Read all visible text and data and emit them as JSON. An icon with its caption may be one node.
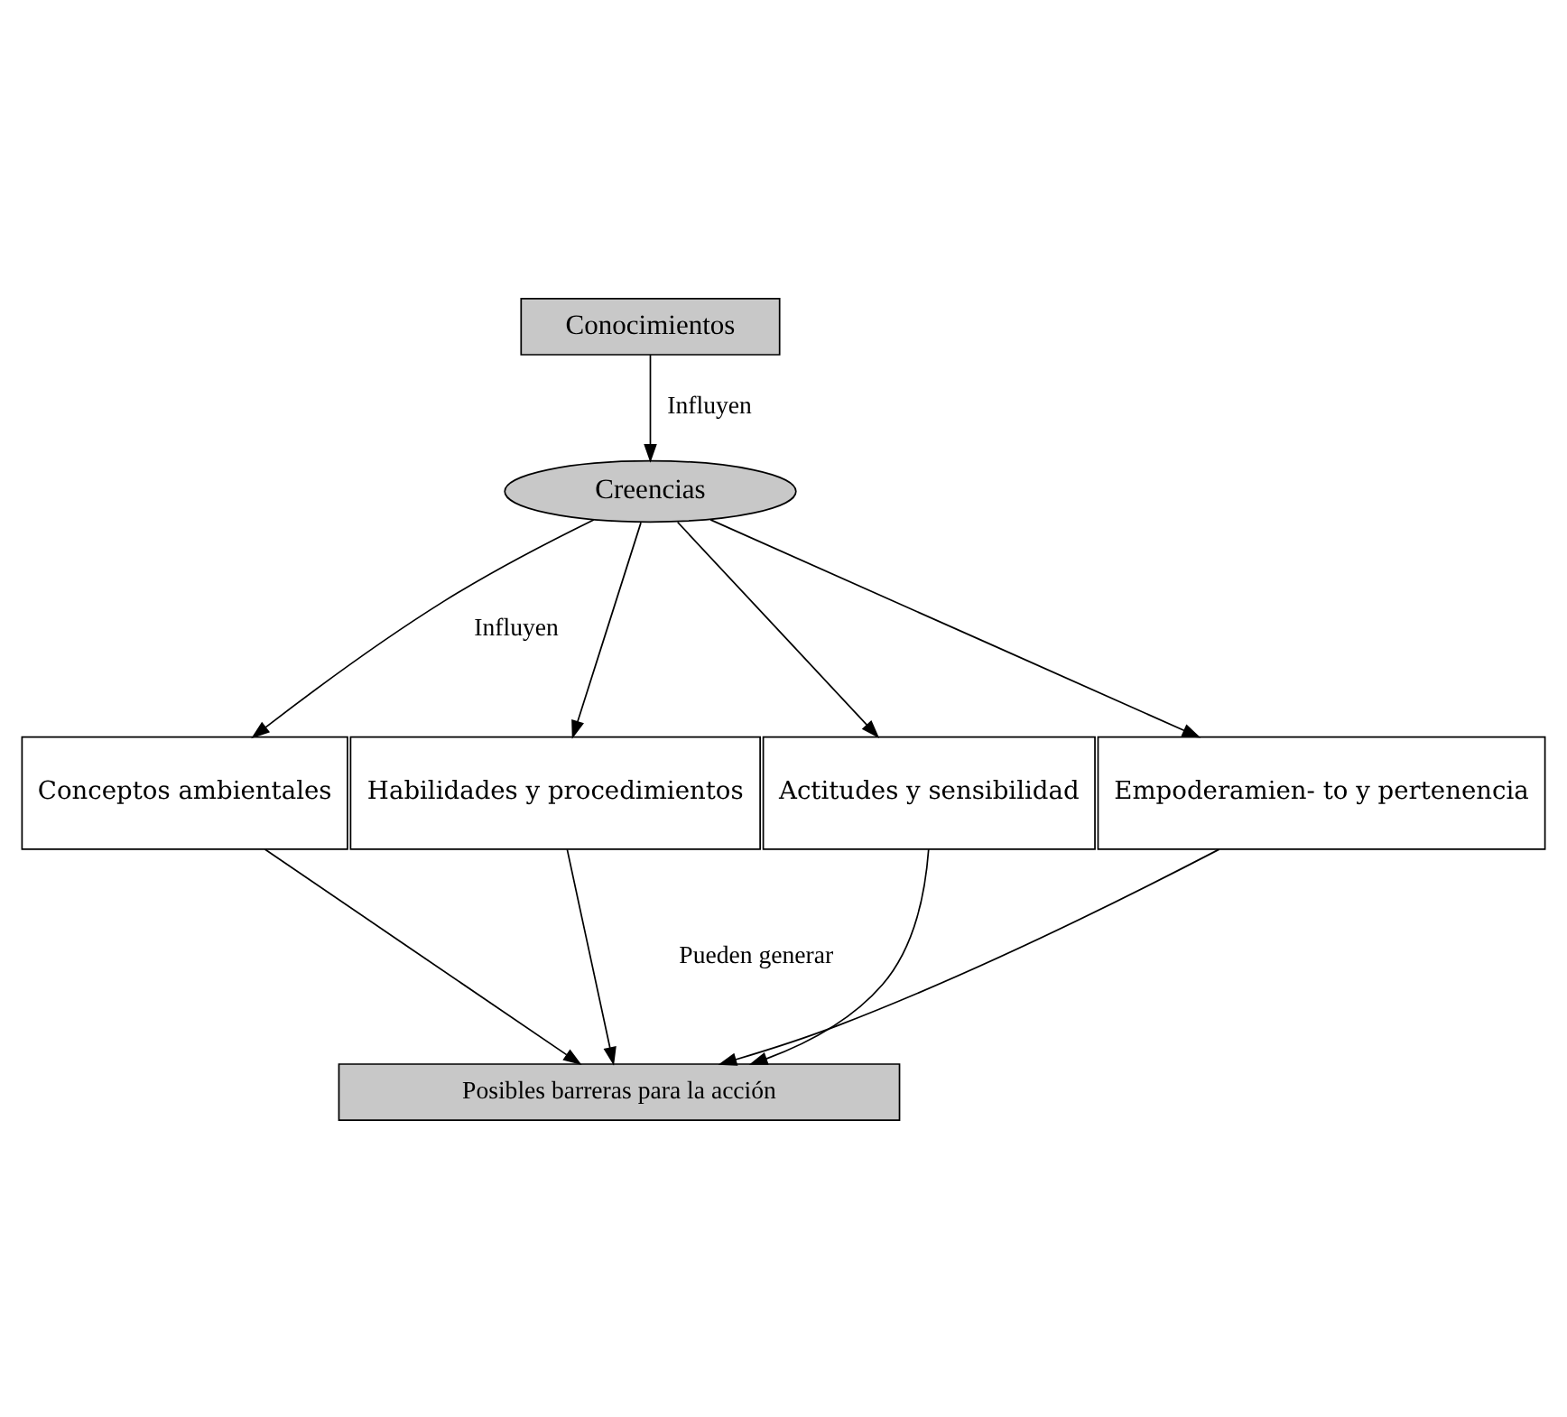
{
  "diagram": {
    "nodes": [
      {
        "text": [
          "Conocimientos"
        ]
      },
      {
        "text": [
          "Creencias"
        ]
      },
      {
        "text": [
          "Conceptos ambientales"
        ]
      },
      {
        "text": [
          "Habilidades y procedimientos"
        ]
      },
      {
        "text": [
          "Actitudes y sensibilidad"
        ]
      },
      {
        "text": [
          "Empoderamien- to y pertenencia"
        ]
      },
      {
        "text": [
          "Posibles barreras para la acción"
        ]
      }
    ],
    "edges": [
      {
        "from": 0,
        "to": 1,
        "arrow": "to",
        "label": "Influyen"
      },
      {
        "from": 1,
        "to": 2,
        "arrow": "to"
      },
      {
        "from": 1,
        "to": 3,
        "arrow": "to"
      },
      {
        "from": 1,
        "to": 4,
        "arrow": "to"
      },
      {
        "from": 1,
        "to": 5,
        "arrow": "to"
      },
      {
        "from": 2,
        "to": 6,
        "arrow": "to"
      },
      {
        "from": 3,
        "to": 6,
        "arrow": "to"
      },
      {
        "from": 4,
        "to": 6,
        "arrow": "to"
      },
      {
        "from": 5,
        "to": 6,
        "arrow": "to"
      }
    ],
    "labels": [
      "Influyen",
      "Pueden generar"
    ]
  }
}
